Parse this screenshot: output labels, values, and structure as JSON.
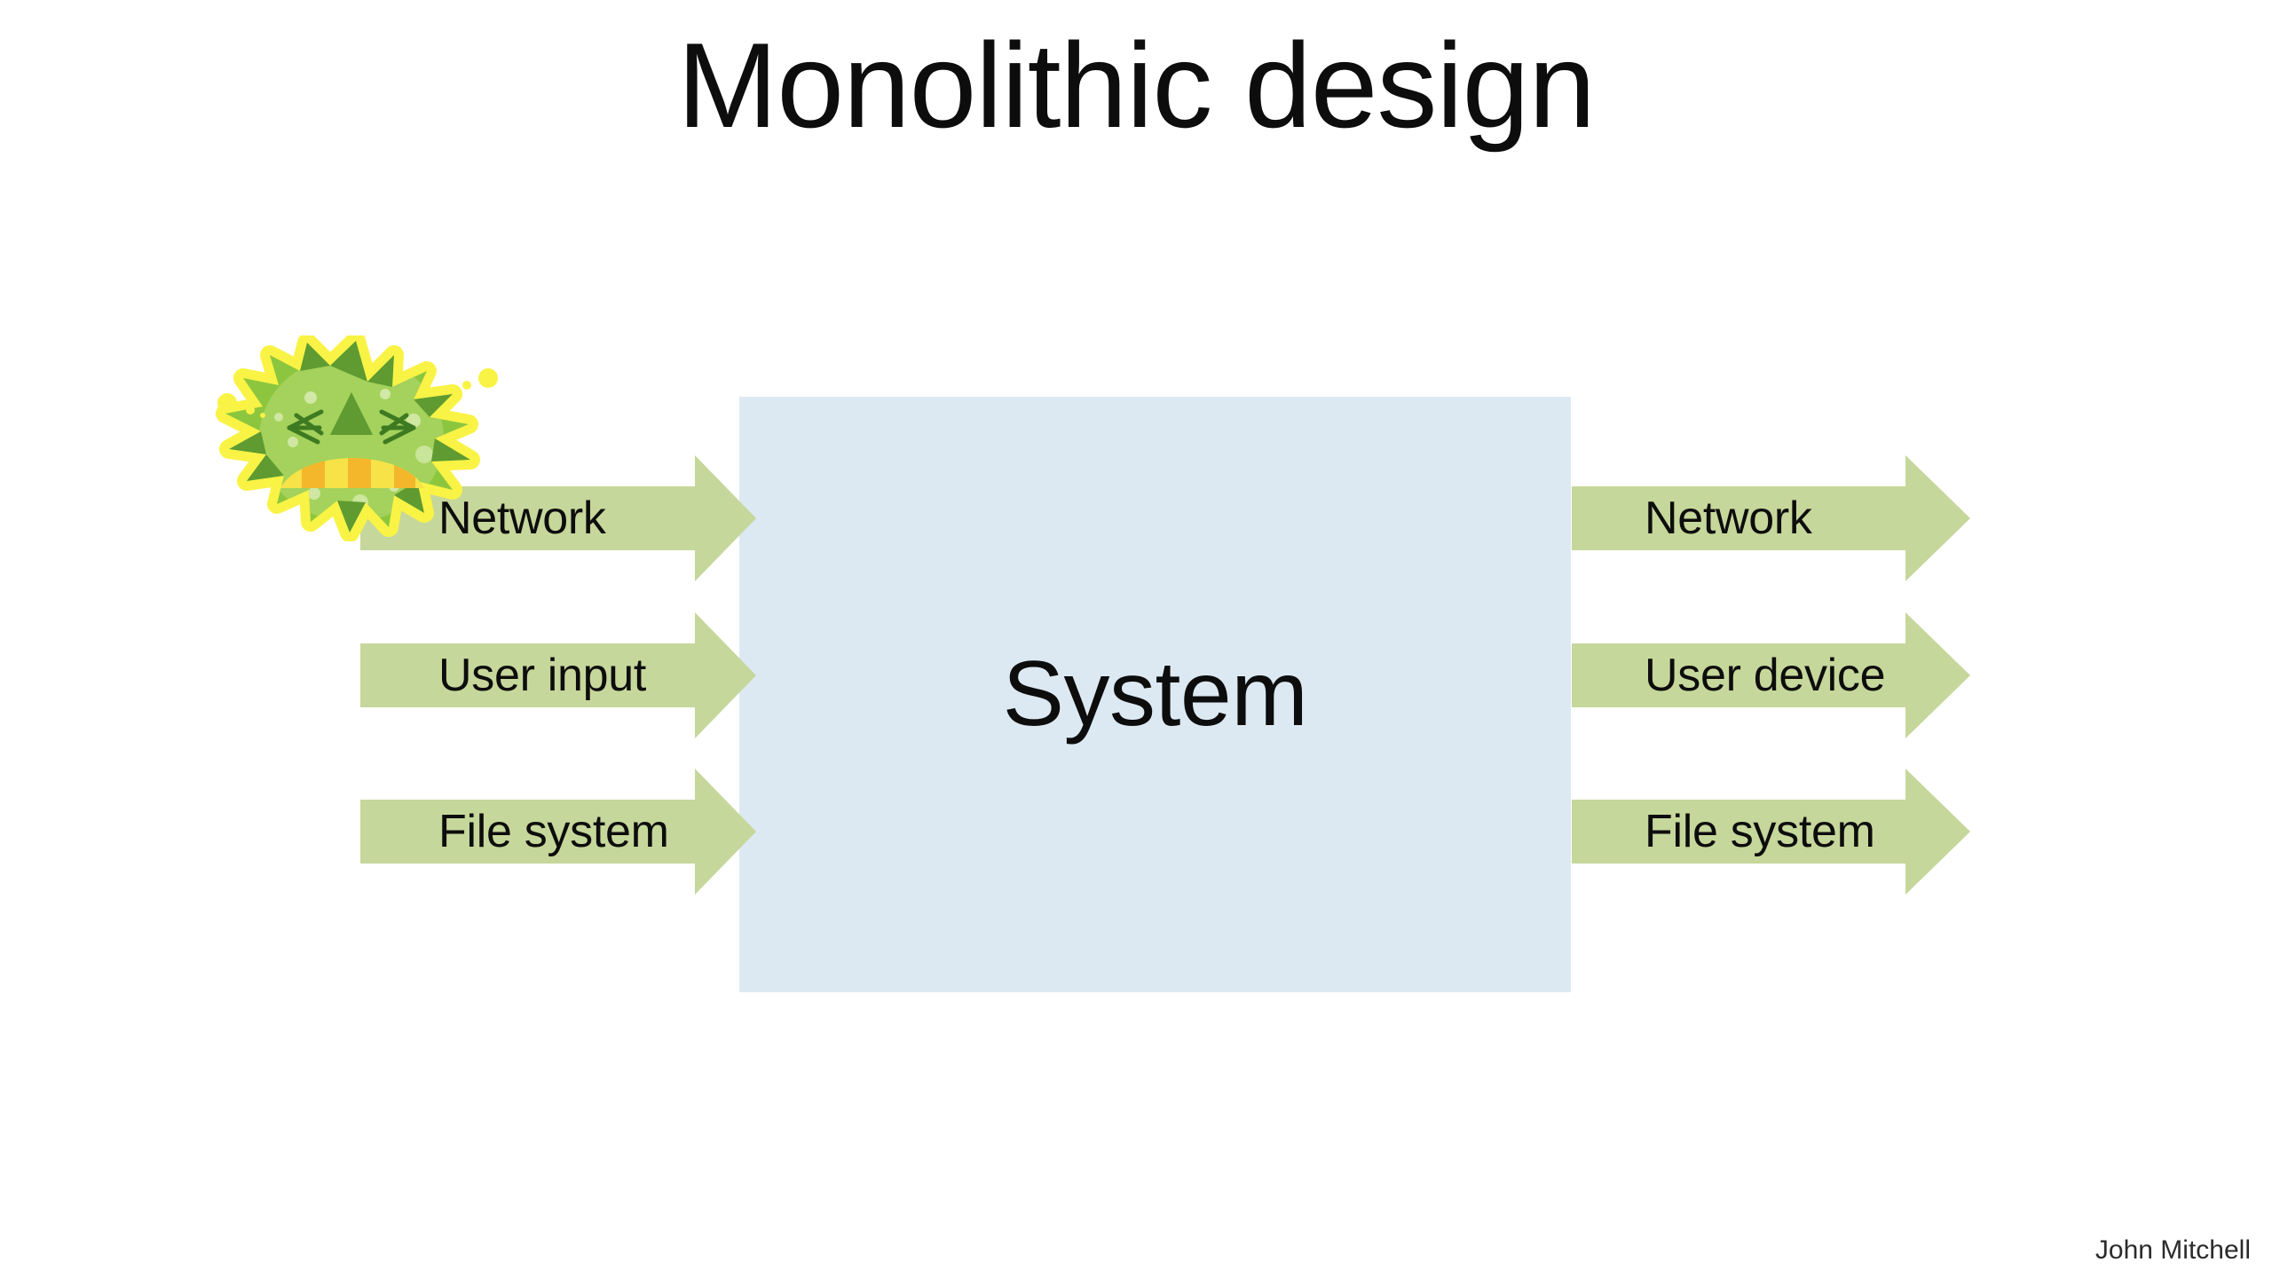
{
  "slide": {
    "title": "Monolithic design",
    "attribution": "John Mitchell",
    "background_color": "#ffffff"
  },
  "system": {
    "label": "System",
    "box_color": "#dde9f2",
    "text_color": "#0d0d0d"
  },
  "arrow_style": {
    "fill_color": "#c6d79b",
    "text_color": "#0d0d0d"
  },
  "inputs": [
    {
      "label": "Network",
      "icon": "block-arrow-right-icon"
    },
    {
      "label": "User input",
      "icon": "block-arrow-right-icon"
    },
    {
      "label": "File system",
      "icon": "block-arrow-right-icon"
    }
  ],
  "outputs": [
    {
      "label": "Network",
      "icon": "block-arrow-right-icon"
    },
    {
      "label": "User device",
      "icon": "block-arrow-right-icon"
    },
    {
      "label": "File system",
      "icon": "block-arrow-right-icon"
    }
  ],
  "threat": {
    "icon": "virus-icon",
    "body_color": "#8cc63f",
    "body_light_color": "#a6d45c",
    "glow_color": "#f9f345",
    "spike_color": "#5f9b31",
    "mouth_color_light": "#f7e247",
    "mouth_color_dark": "#f4b72c",
    "targets": "Network"
  }
}
